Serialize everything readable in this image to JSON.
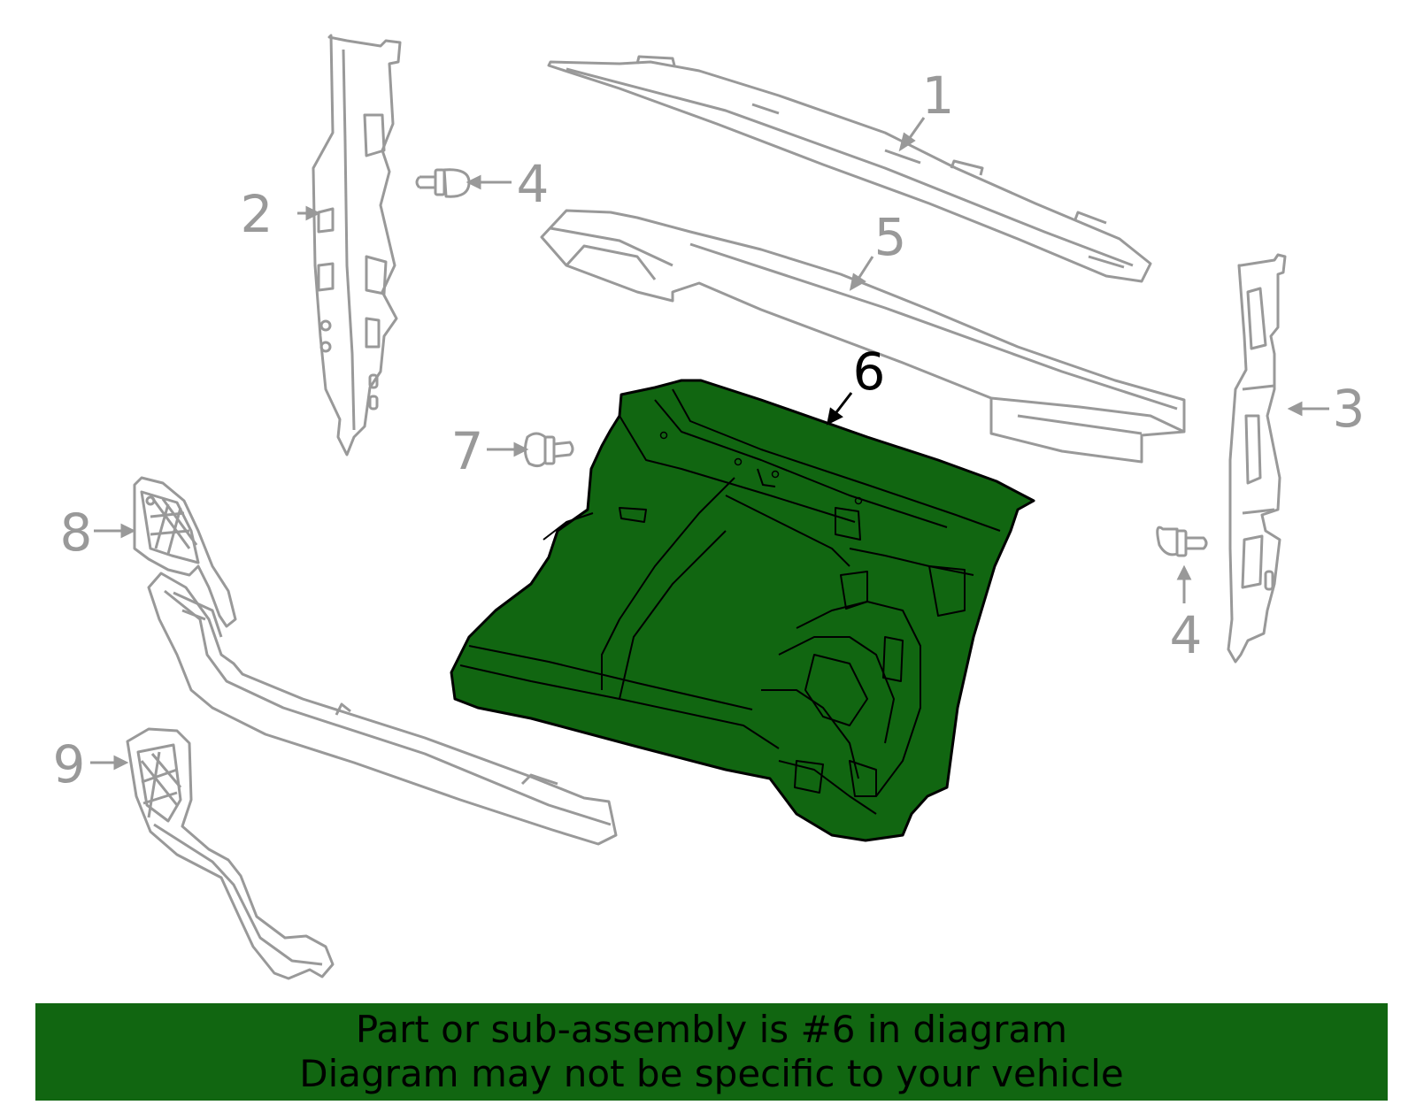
{
  "callouts": [
    {
      "label": "1",
      "highlighted": false
    },
    {
      "label": "2",
      "highlighted": false
    },
    {
      "label": "3",
      "highlighted": false
    },
    {
      "label": "4",
      "highlighted": false
    },
    {
      "label": "4",
      "highlighted": false
    },
    {
      "label": "5",
      "highlighted": false
    },
    {
      "label": "6",
      "highlighted": true
    },
    {
      "label": "7",
      "highlighted": false
    },
    {
      "label": "8",
      "highlighted": false
    },
    {
      "label": "9",
      "highlighted": false
    }
  ],
  "banner": {
    "line1": "Part or sub-assembly is #6 in diagram",
    "line2": "Diagram may not be specific to your vehicle"
  },
  "colors": {
    "highlight": "#116611",
    "outline": "#999999",
    "banner_bg": "#116611",
    "highlight_text": "#000000",
    "normal_text": "#999999"
  }
}
